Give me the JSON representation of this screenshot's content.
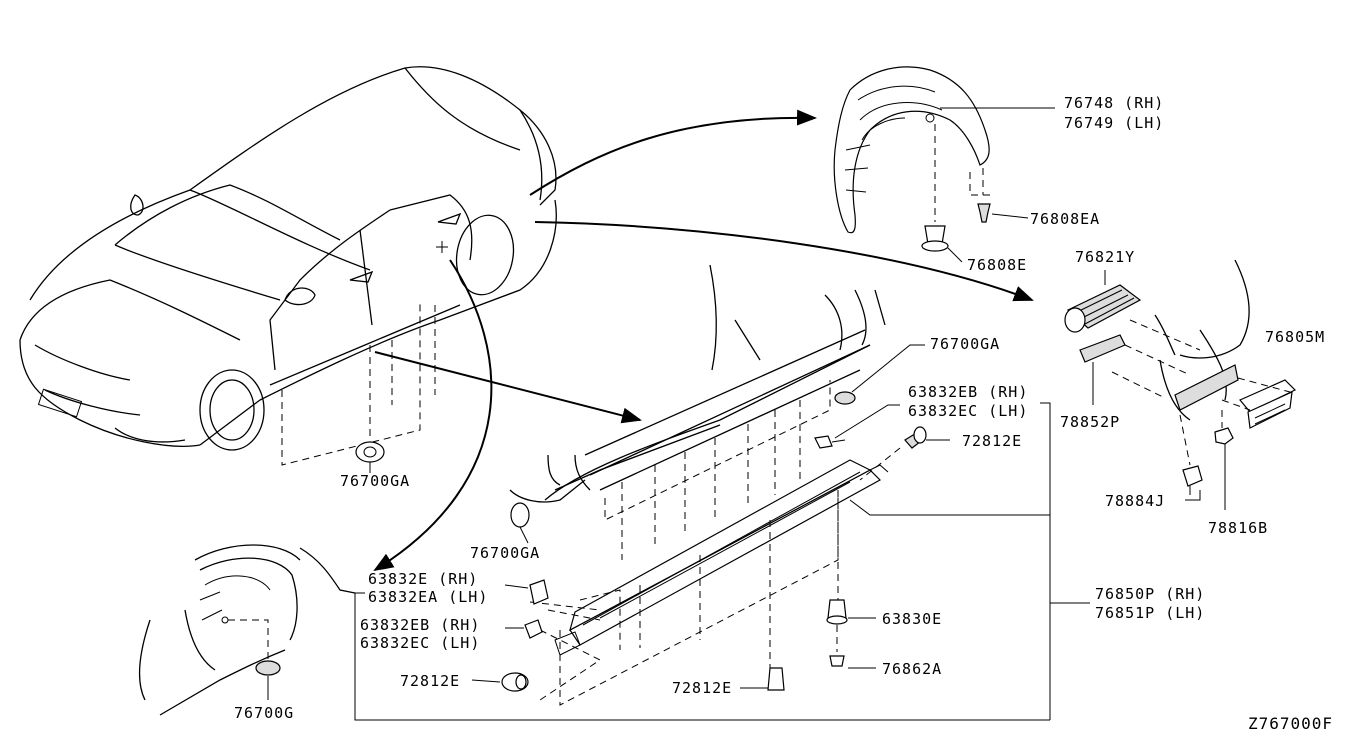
{
  "diagram_code": "Z767000F",
  "callouts": {
    "mudguard_rear": [
      "76748 (RH)",
      "76749 (LH)"
    ],
    "screw_76808EA": "76808EA",
    "clip_76808E": "76808E",
    "grommet_76821Y": "76821Y",
    "grille_76805M": "76805M",
    "seal_78852P": "78852P",
    "clip_78884J": "78884J",
    "nut_78816B": "78816B",
    "cap_76700GA_top": "76700GA",
    "clip_63832EB_right": [
      "63832EB (RH)",
      "63832EC (LH)"
    ],
    "clip_72812E_right": "72812E",
    "cap_76700GA_car": "76700GA",
    "cap_76700GA_mid": "76700GA",
    "clip_63832E_left": [
      "63832E  (RH)",
      "63832EA (LH)"
    ],
    "clip_63832EB_left": [
      "63832EB (RH)",
      "63832EC (LH)"
    ],
    "clip_72812E_left": "72812E",
    "clip_72812E_bottom": "72812E",
    "clip_63830E": "63830E",
    "screw_76862A": "76862A",
    "sill_molding": [
      "76850P (RH)",
      "76851P (LH)"
    ],
    "cap_76700G": "76700G"
  }
}
